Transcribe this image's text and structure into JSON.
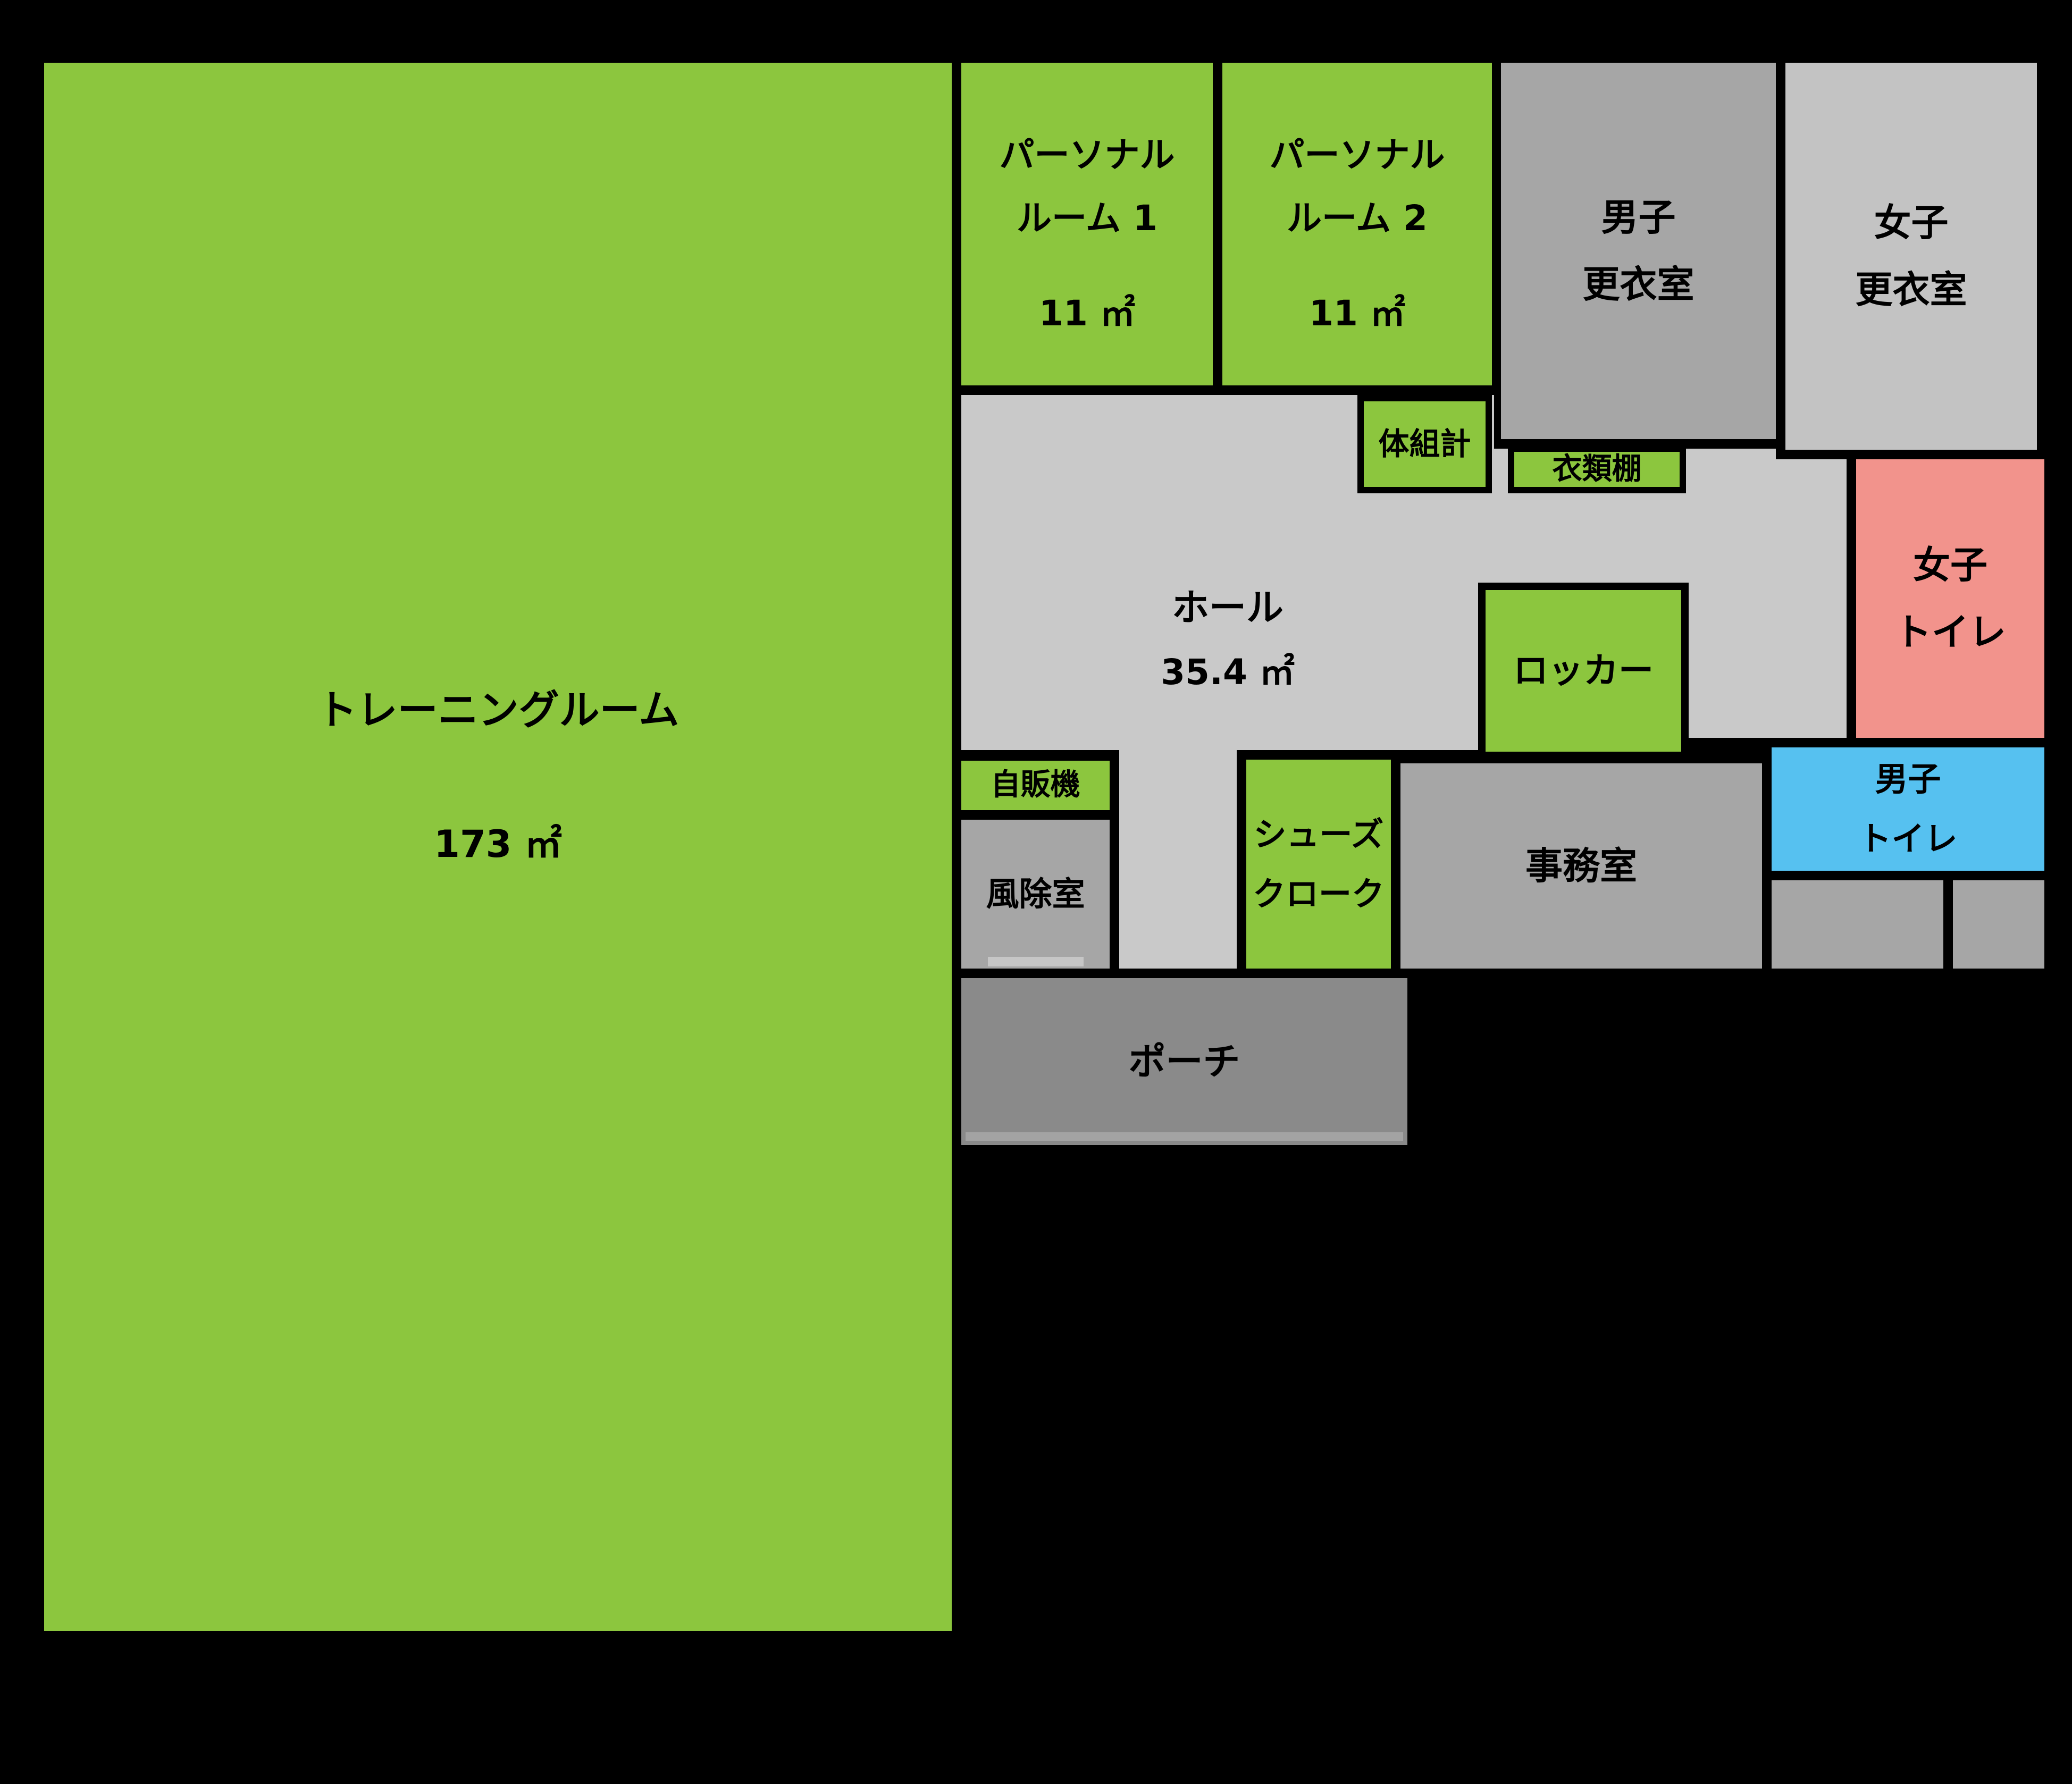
{
  "page": {
    "type": "training-gym-floor-plan",
    "background": "#000000"
  },
  "palette": {
    "room_green": "#8CC63E",
    "hall_gray": "#C9C9C9",
    "room_gray": "#A6A6A6",
    "room_gray_light": "#C3C3C3",
    "porch_gray": "#8A8A8A",
    "toilet_pink": "#F2938C",
    "toilet_blue": "#56C1F0",
    "wall": "#000000",
    "text": "#000000"
  },
  "rooms": {
    "training_room": {
      "name": "トレーニングルーム",
      "area": "173 ㎡"
    },
    "personal_room_1": {
      "name": "パーソナル\nルーム 1",
      "area": "11 ㎡"
    },
    "personal_room_2": {
      "name": "パーソナル\nルーム 2",
      "area": "11 ㎡"
    },
    "mens_locker_room": {
      "name": "男子\n更衣室"
    },
    "womens_locker_room": {
      "name": "女子\n更衣室"
    },
    "hall": {
      "name": "ホール",
      "area": "35.4 ㎡"
    },
    "womens_toilet": {
      "name": "女子\nトイレ"
    },
    "mens_toilet": {
      "name": "男子\nトイレ"
    },
    "windbreak_room": {
      "name": "風除室"
    },
    "shoes_cloak": {
      "name": "シューズ\nクローク"
    },
    "office": {
      "name": "事務室"
    },
    "porch": {
      "name": "ポーチ"
    }
  },
  "fixtures": {
    "body_composition_meter": {
      "name": "体組計"
    },
    "clothes_shelf": {
      "name": "衣類棚"
    },
    "locker": {
      "name": "ロッカー"
    },
    "vending_machine": {
      "name": "自販機"
    }
  }
}
